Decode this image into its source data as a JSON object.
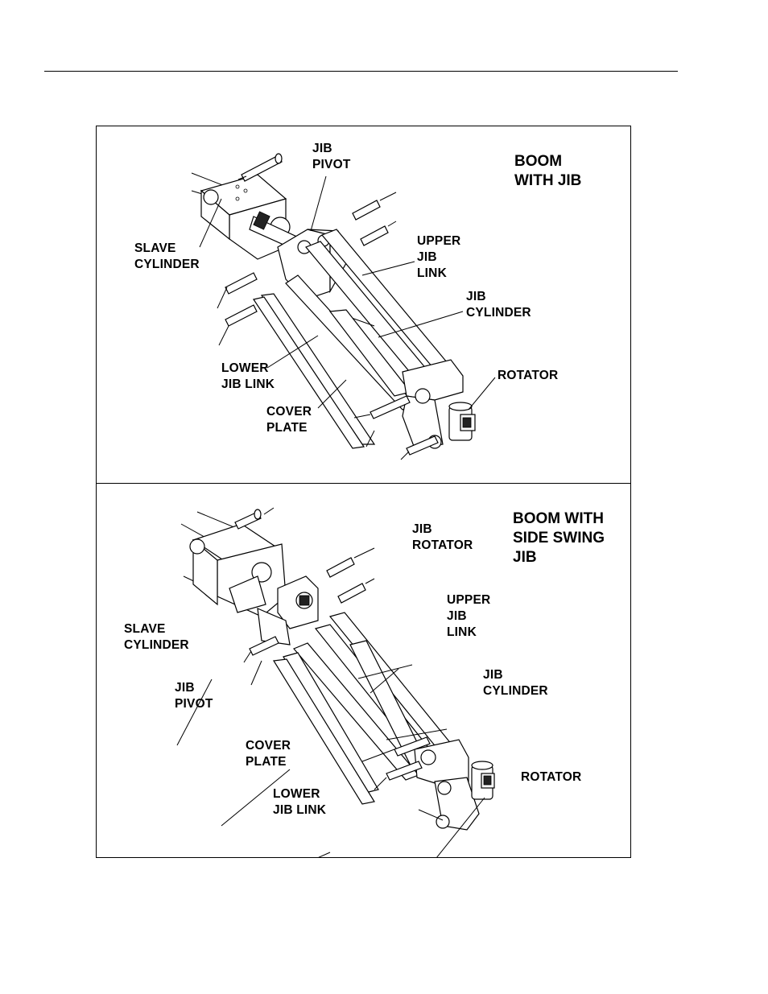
{
  "panels": [
    {
      "title": "BOOM\nWITH JIB",
      "labels": {
        "jib_pivot": "JIB\nPIVOT",
        "slave_cylinder": "SLAVE\nCYLINDER",
        "upper_jib_link": "UPPER\nJIB\nLINK",
        "jib_cylinder": "JIB\nCYLINDER",
        "lower_jib_link": "LOWER\nJIB LINK",
        "rotator": "ROTATOR",
        "cover_plate": "COVER\nPLATE"
      }
    },
    {
      "title": "BOOM WITH\nSIDE SWING\nJIB",
      "labels": {
        "jib_rotator": "JIB\nROTATOR",
        "upper_jib_link": "UPPER\nJIB\nLINK",
        "slave_cylinder": "SLAVE\nCYLINDER",
        "jib_cylinder": "JIB\nCYLINDER",
        "jib_pivot": "JIB\nPIVOT",
        "rotator": "ROTATOR",
        "cover_plate": "COVER\nPLATE",
        "lower_jib_link": "LOWER\nJIB LINK"
      }
    }
  ]
}
